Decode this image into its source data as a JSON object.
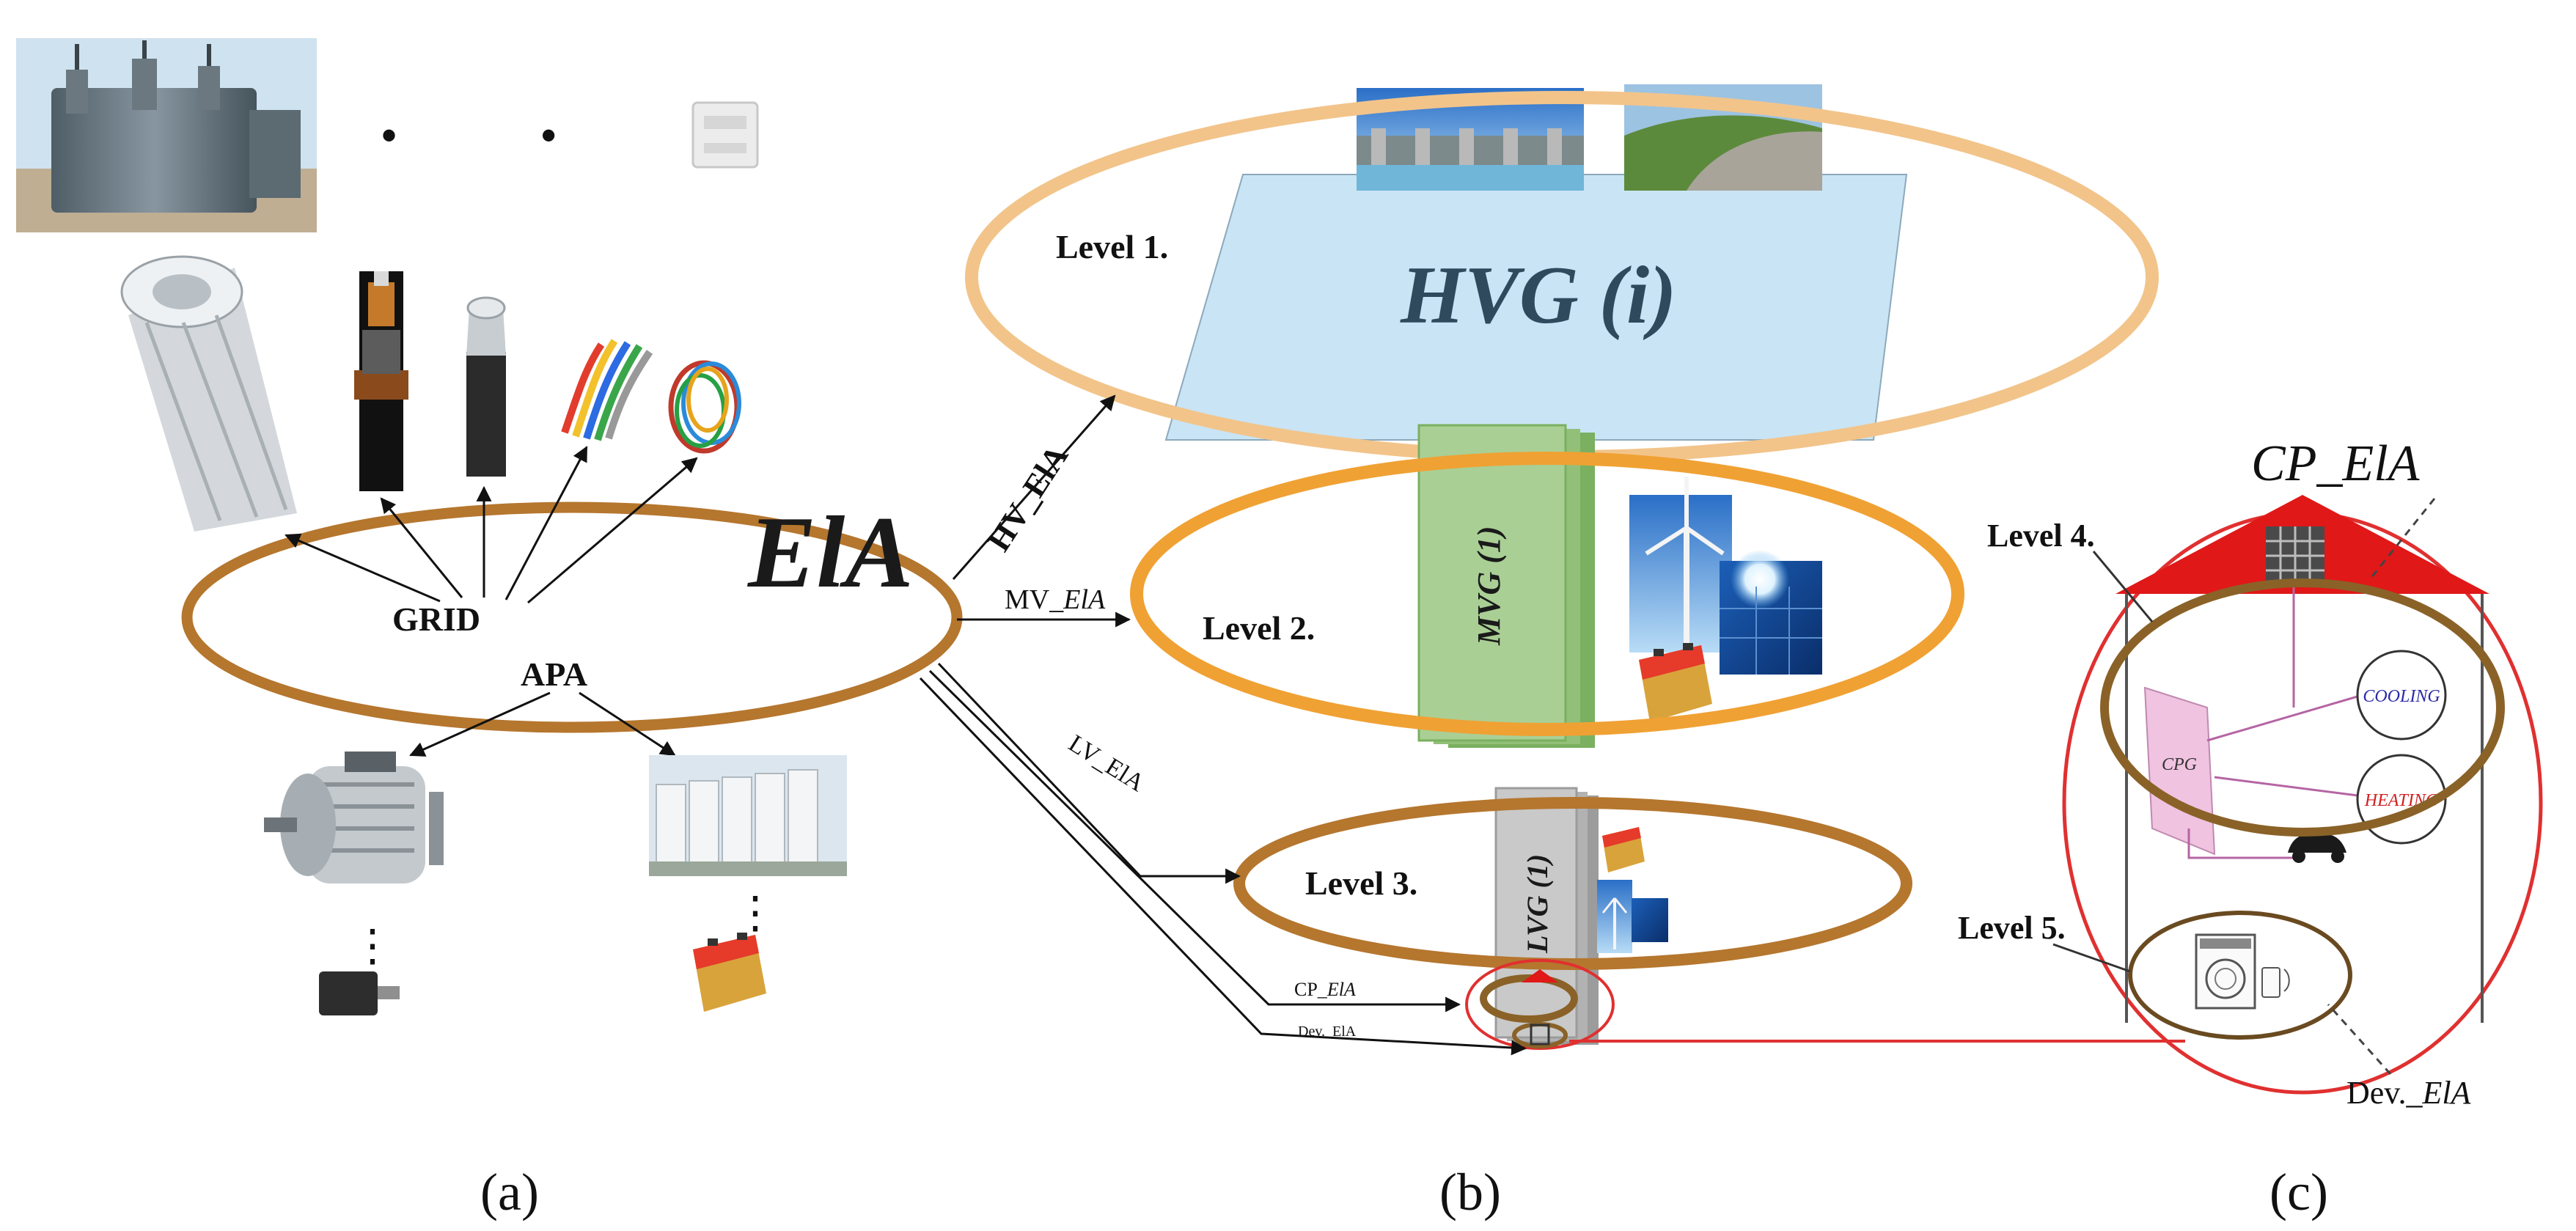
{
  "panel_a": {
    "center_label": "ElA",
    "grid_label": "GRID",
    "apa_label": "APA",
    "ellipsis": "• • •"
  },
  "panel_b": {
    "level1_label": "Level 1.",
    "level2_label": "Level 2.",
    "level3_label": "Level 3.",
    "hvg_label": "HVG (i)",
    "mvg_label": "MVG (1)",
    "lvg_label": "LVG (1)",
    "arrow_hv": "HV_ElA",
    "arrow_mv_prefix": "MV_",
    "arrow_mv_suffix": "ElA",
    "arrow_lv": "LV_ElA",
    "arrow_cp_prefix": "CP_",
    "arrow_cp_suffix": "ElA",
    "arrow_dev": "Dev._ElA"
  },
  "panel_c": {
    "level4_label": "Level 4.",
    "level5_label": "Level 5.",
    "cp_ela_label": "CP_ElA",
    "dev_ela_prefix": "Dev._",
    "dev_ela_suffix": "ElA",
    "cooling_label": "COOLING",
    "heating_label": "HEATING",
    "cpg_label": "CPG"
  },
  "captions": {
    "a": "(a)",
    "b": "(b)",
    "c": "(c)"
  },
  "colors": {
    "ela_ring": "#b5762e",
    "level1_ring": "#f2c48a",
    "level2_ring": "#f0a133",
    "level4_ring": "#8a6228",
    "zoom_circle": "#e03030",
    "hvg_plane": "#c9e4f4",
    "mvg_plane": "#a9cf95",
    "lvg_plane": "#c9c9c9",
    "roof": "#e01818"
  }
}
